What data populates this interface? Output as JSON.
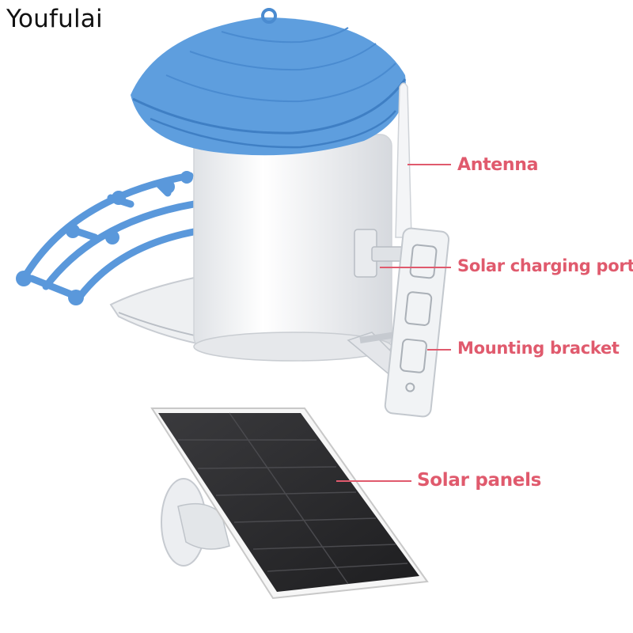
{
  "brand": {
    "name": "Youfulai"
  },
  "colors": {
    "roof": "#5e9ede",
    "roof_edge": "#3f7fc4",
    "perch": "#5a98db",
    "body": "#f3f4f6",
    "panel": "#2a2a2c",
    "callout": "#e05a6d"
  },
  "callouts": {
    "antenna": "Antenna",
    "solar_charging_port": "Solar charging port",
    "mounting_bracket": "Mounting bracket",
    "solar_panels": "Solar panels"
  },
  "icons": [
    "bird-feeder-illustration",
    "solar-panel-illustration"
  ]
}
